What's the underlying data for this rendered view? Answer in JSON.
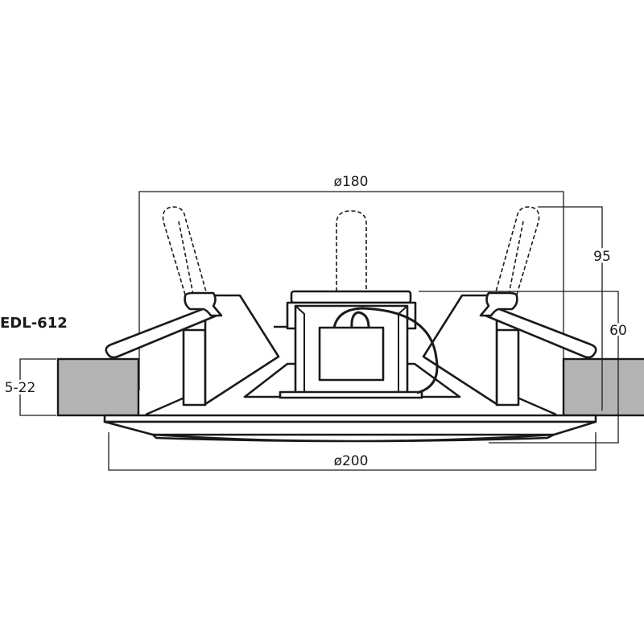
{
  "model": "EDL-612",
  "dimensions": {
    "outer_diameter": "ø200",
    "cutout_diameter": "ø180",
    "total_height": "95",
    "body_height": "60",
    "ceiling_thickness": "5-22"
  },
  "colors": {
    "ceiling": "#b3b3b3",
    "line": "#1a1a1a"
  }
}
